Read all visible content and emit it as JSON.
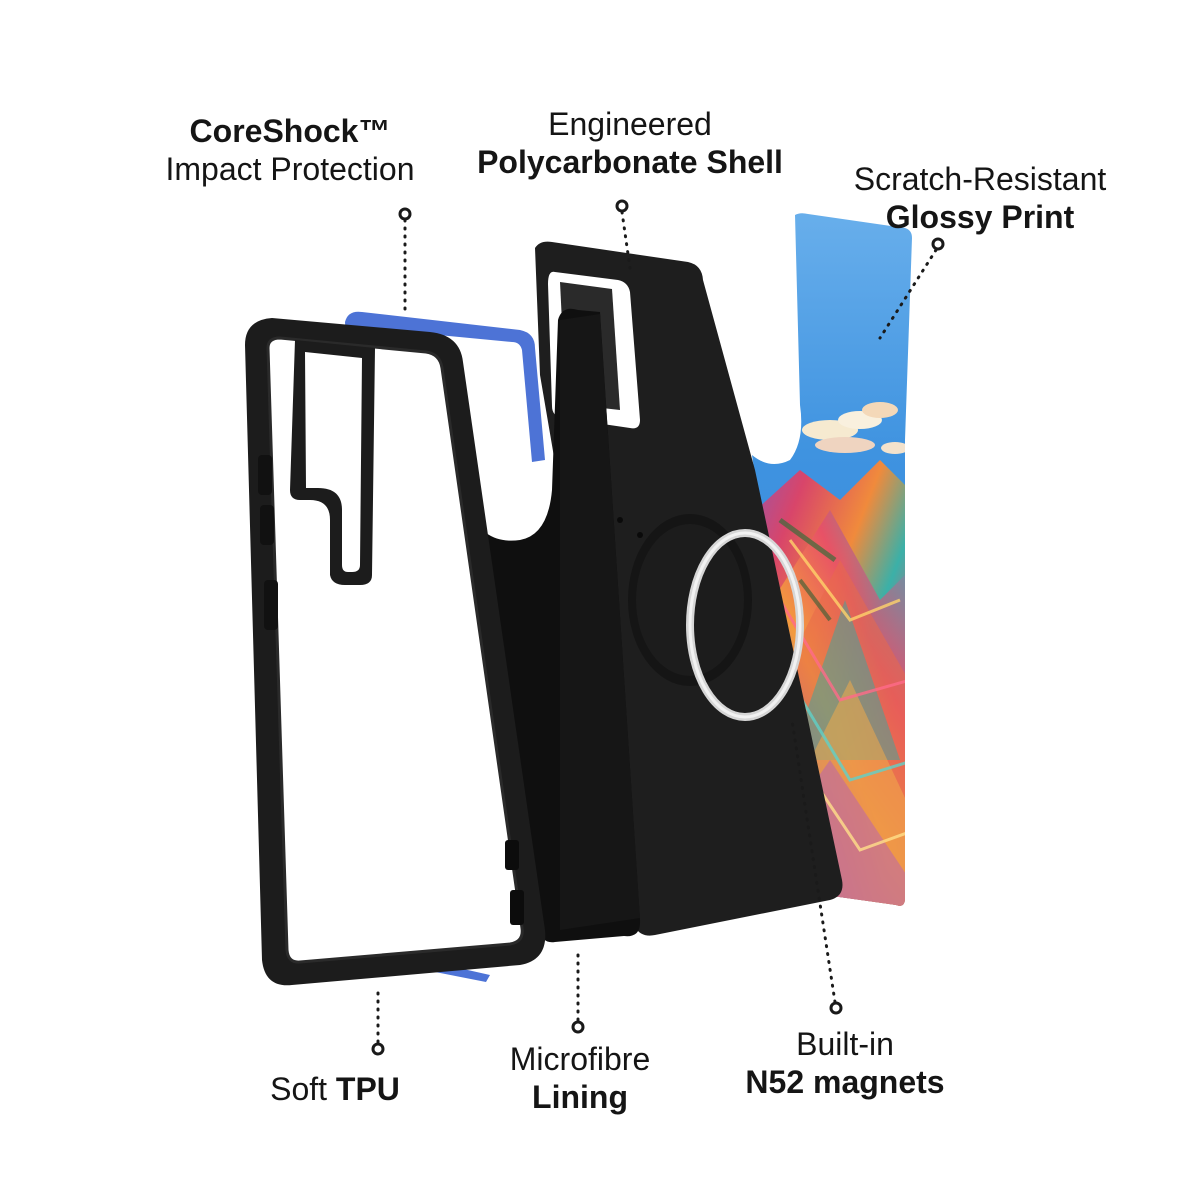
{
  "labels": {
    "coreshock": {
      "bold": "CoreShock™",
      "light": "Impact Protection"
    },
    "shell": {
      "light": "Engineered",
      "bold": "Polycarbonate Shell"
    },
    "print": {
      "light": "Scratch-Resistant",
      "bold": "Glossy Print"
    },
    "tpu": {
      "light": "Soft",
      "bold": "TPU"
    },
    "lining": {
      "light": "Microfibre",
      "bold": "Lining"
    },
    "magnets": {
      "light": "Built-in",
      "bold": "N52 magnets"
    }
  },
  "colors": {
    "bumper": "#1c1c1c",
    "accent_blue": "#4d73d6",
    "shell": "#1e1e1e",
    "lining": "#0f0f0f",
    "ring": "#d9d9d9",
    "sky": "#4a9ce0",
    "text": "#151515"
  }
}
